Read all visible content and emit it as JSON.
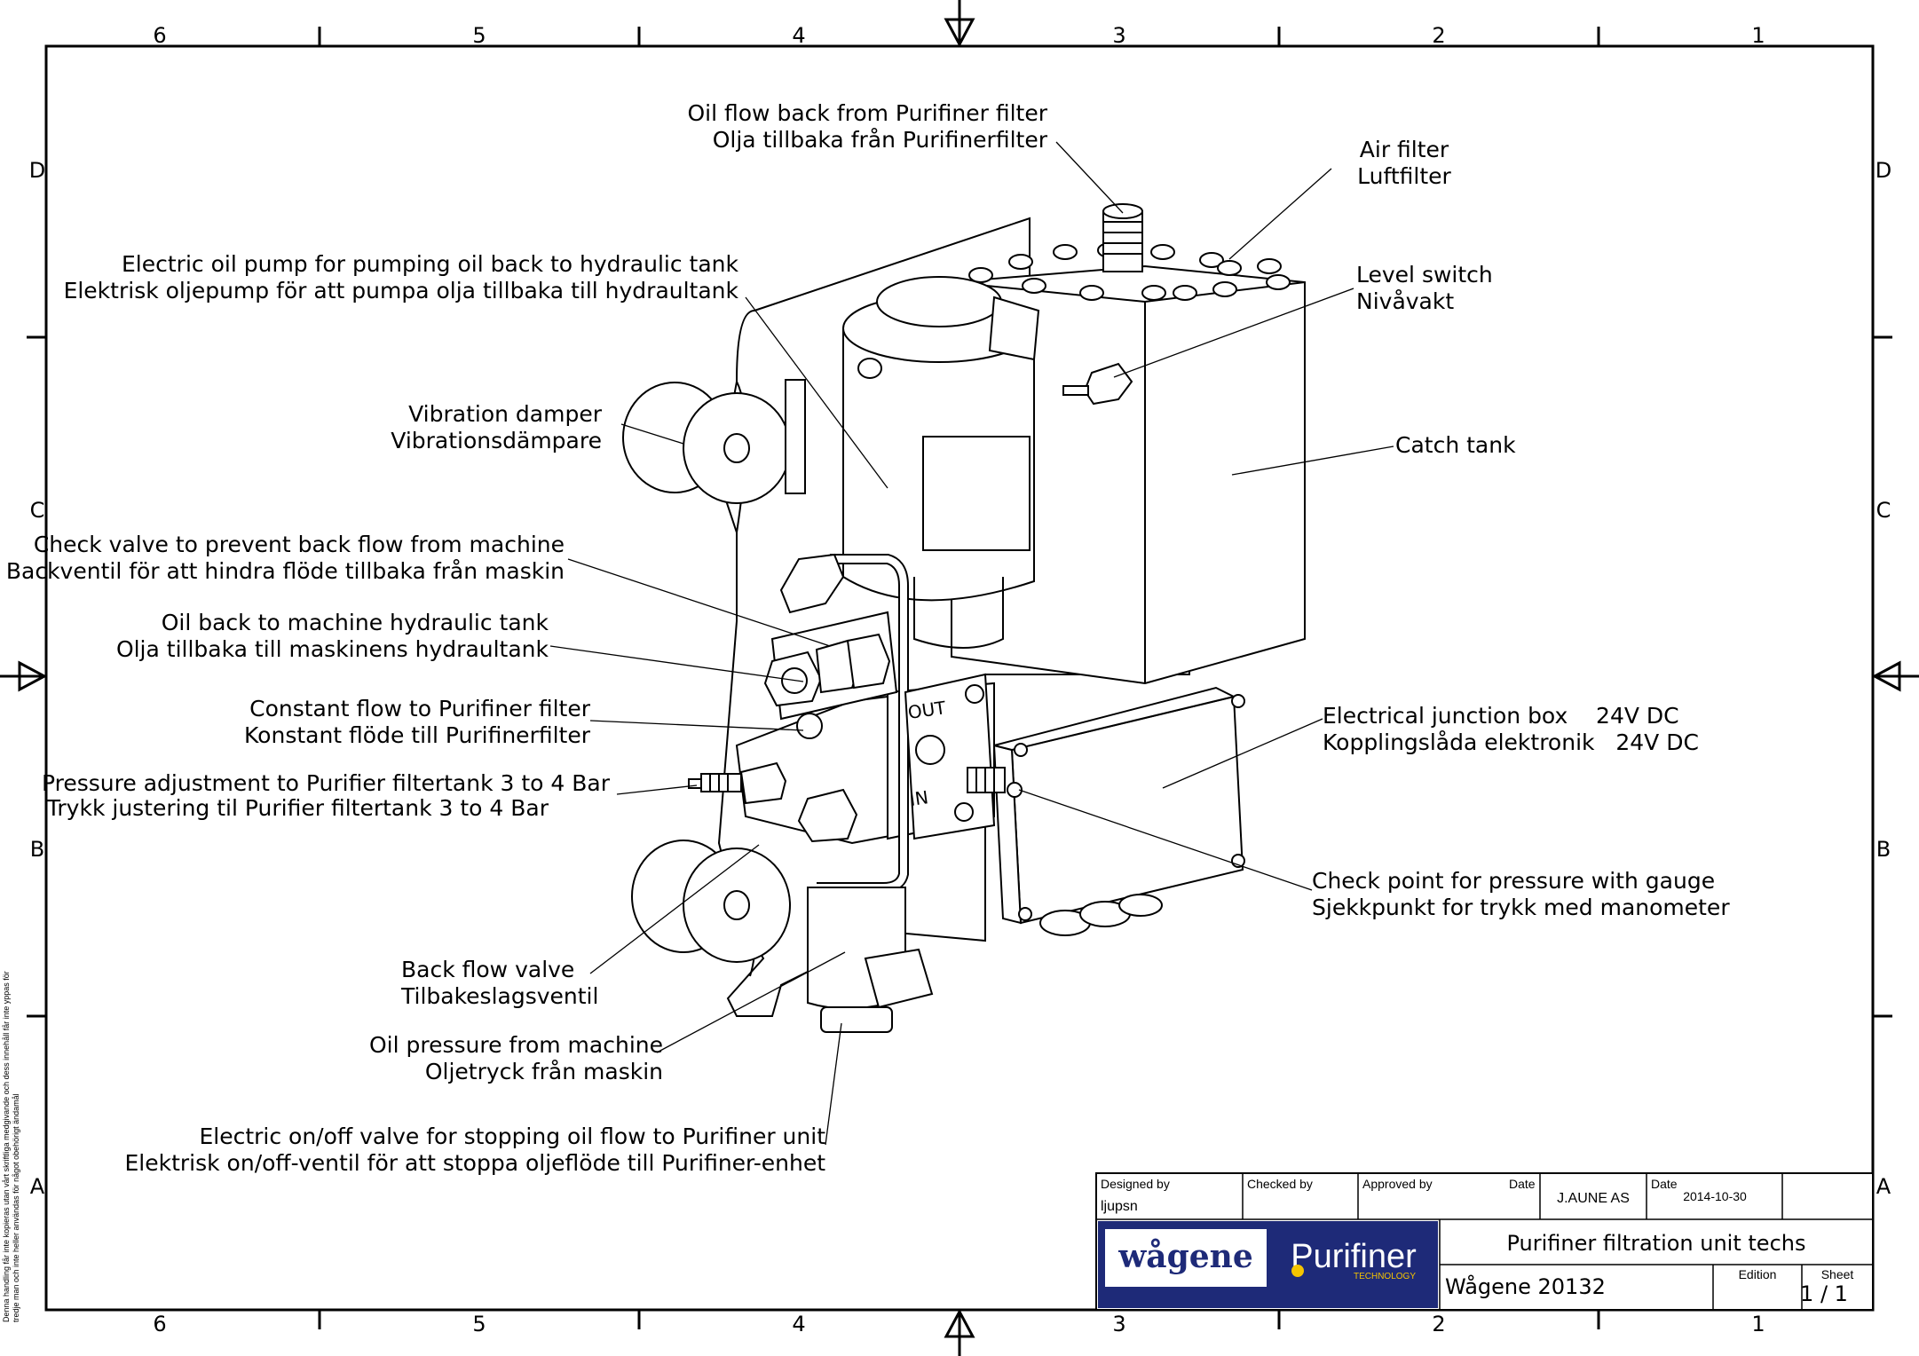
{
  "frame": {
    "column_numbers": [
      "6",
      "5",
      "4",
      "3",
      "2",
      "1"
    ],
    "row_letters": [
      "D",
      "C",
      "B",
      "A"
    ]
  },
  "callouts": {
    "oil_flow_back": [
      "Oil flow back from Purifiner filter",
      "Olja tillbaka från Purifinerfilter"
    ],
    "air_filter": [
      "Air filter",
      "Luftfilter"
    ],
    "electric_pump": [
      "Electric oil pump for pumping oil back to hydraulic tank",
      "Elektrisk oljepump för att pumpa olja tillbaka till hydraultank"
    ],
    "level_switch": [
      "Level switch",
      "Nivåvakt"
    ],
    "vibration_damper": [
      "Vibration damper",
      "Vibrationsdämpare"
    ],
    "catch_tank": [
      "Catch tank"
    ],
    "check_valve": [
      "Check valve to prevent back flow from machine",
      "Backventil för att hindra flöde tillbaka från maskin"
    ],
    "oil_back_to_machine": [
      "Oil back to machine hydraulic tank",
      "Olja tillbaka till maskinens hydraultank"
    ],
    "constant_flow": [
      "Constant flow to Purifiner filter",
      "Konstant flöde till Purifinerfilter"
    ],
    "junction_box": [
      "Electrical junction box    24V DC",
      "Kopplingslåda elektronik   24V DC"
    ],
    "pressure_adjustment": [
      "Pressure adjustment to Purifier filtertank 3 to 4 Bar",
      "Trykk justering til Purifier filtertank 3 to 4 Bar"
    ],
    "check_point": [
      "Check point for pressure with gauge",
      "Sjekkpunkt for trykk med manometer"
    ],
    "back_flow_valve": [
      "Back flow valve",
      "Tilbakeslagsventil"
    ],
    "oil_pressure": [
      "Oil pressure from machine",
      "Oljetryck från maskin"
    ],
    "on_off_valve": [
      "Electric on/off valve for stopping oil flow to Purifiner unit",
      "Elektrisk on/off-ventil för att stoppa oljeflöde till Purifiner-enhet"
    ]
  },
  "part_labels": {
    "out": "OUT",
    "in": "IN"
  },
  "title_block": {
    "designed_by_label": "Designed by",
    "designed_by_value": "ljupsn",
    "checked_by_label": "Checked by",
    "approved_by_label": "Approved by",
    "date_label_1": "Date",
    "company": "J.AUNE AS",
    "date_label_2": "Date",
    "date_value": "2014-10-30",
    "logo_left": "wågene",
    "logo_right": "Purifiner",
    "logo_sub": "TECHNOLOGY",
    "title": "Purifiner filtration unit techs",
    "drawing_number": "Wågene 20132",
    "edition_label": "Edition",
    "sheet_label": "Sheet",
    "sheet_value": "1 / 1"
  },
  "side_note": "Denna handling får inte kopieras utan vårt skriftliga medgivande och dess innehåll får inte yppas för tredje man och inte heller användas för något obehörigt ändamål"
}
